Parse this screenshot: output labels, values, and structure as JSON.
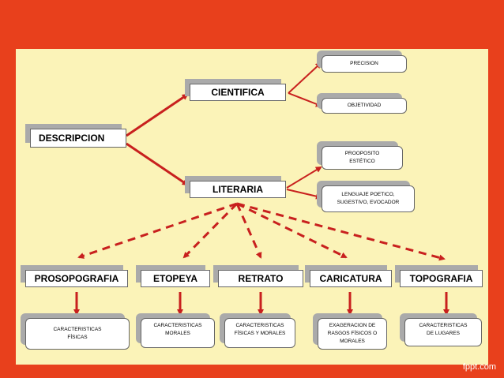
{
  "root": "DESCRIPCION",
  "branches": {
    "cientifica": "CIENTIFICA",
    "literaria": "LITERARIA"
  },
  "cientifica_items": {
    "precision": "PRECISION",
    "objetividad": "OBJETIVIDAD"
  },
  "literaria_items": {
    "proposito_1": "PROOPOSITO",
    "proposito_2": "ESTÉTICO",
    "lenguaje_1": "LENGUAJE POETICO,",
    "lenguaje_2": "SUGESTIVO, EVOCADOR"
  },
  "types": [
    {
      "name": "PROSOPOGRAFIA",
      "desc": [
        "CARACTERISTICAS",
        "FÍSICAS"
      ]
    },
    {
      "name": "ETOPEYA",
      "desc": [
        "CARACTERISTICAS",
        "MORALES"
      ]
    },
    {
      "name": "RETRATO",
      "desc": [
        "CARACTERISTICAS",
        "FÍSICAS Y MORALES"
      ]
    },
    {
      "name": "CARICATURA",
      "desc": [
        "EXAGERACION DE",
        "RASGOS FÍSICOS O",
        "MORALES"
      ]
    },
    {
      "name": "TOPOGRAFIA",
      "desc": [
        "CARACTERISTICAS",
        "DE LUGARES"
      ]
    }
  ],
  "watermark": "fppt.com",
  "colors": {
    "background": "#e8401c",
    "slide": "#fbf3b8",
    "arrow": "#c8201e"
  }
}
